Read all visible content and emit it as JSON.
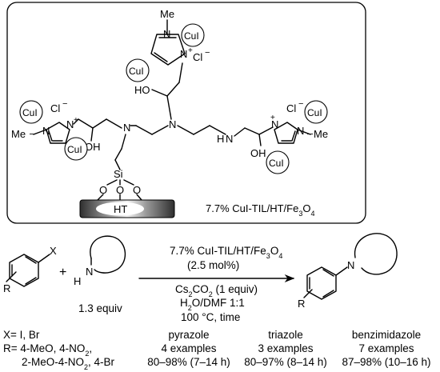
{
  "catalyst": {
    "label": "7.7% CuI-TIL/HT/Fe",
    "label_sub": "3",
    "label_mid": "O",
    "label_sub2": "4",
    "support": "HT",
    "cui": "CuI",
    "chloride": "Cl",
    "charge_minus": "−",
    "charge_plus": "+",
    "methyl": "Me",
    "atoms": {
      "N": "N",
      "H": "H",
      "HO": "HO",
      "OH": "OH",
      "Si": "Si",
      "O": "O",
      "NH": "N",
      "dash": "–"
    }
  },
  "reaction": {
    "halide_sub": "X",
    "r_sub": "R",
    "plus": "+",
    "amine_h": "H",
    "amine_n": "N",
    "equiv": "1.3 equiv",
    "catalyst_line": "7.7% CuI-TIL/HT/Fe",
    "catalyst_sub3": "3",
    "catalyst_o": "O",
    "catalyst_sub4": "4",
    "loading": "(2.5 mol%)",
    "base": "Cs",
    "base_sub": "2",
    "base_rest": "CO",
    "base_sub2": "2",
    "base_equiv": " (1 equiv)",
    "solvent": "H",
    "solvent_sub": "2",
    "solvent_rest": "O/DMF 1:1",
    "conditions": "100 °C, time",
    "product_n": "N",
    "product_r": "R"
  },
  "scope": {
    "x_line": "X= I, Br",
    "r_line1_a": "R= 4-MeO, 4-NO",
    "r_line1_sub": "2",
    "r_line1_b": ",",
    "r_line2_a": "2-MeO-4-NO",
    "r_line2_sub": "2",
    "r_line2_b": ", 4-Br",
    "columns": [
      {
        "name": "pyrazole",
        "examples": "4 examples",
        "yield": "80–98% (7–14 h)"
      },
      {
        "name": "triazole",
        "examples": "3 examples",
        "yield": "80–97% (8–14 h)"
      },
      {
        "name": "benzimidazole",
        "examples": "7 examples",
        "yield": "87–98% (10–16 h)"
      }
    ]
  },
  "colors": {
    "ink": "#000000",
    "frame": "#000000",
    "support_dark": "#3a3a3a",
    "support_light": "#ffffff"
  },
  "icons": [
    "cui-circle-icon",
    "imidazolium-ring-icon",
    "benzene-ring-icon",
    "cyclic-amine-icon",
    "reaction-arrow-icon"
  ]
}
